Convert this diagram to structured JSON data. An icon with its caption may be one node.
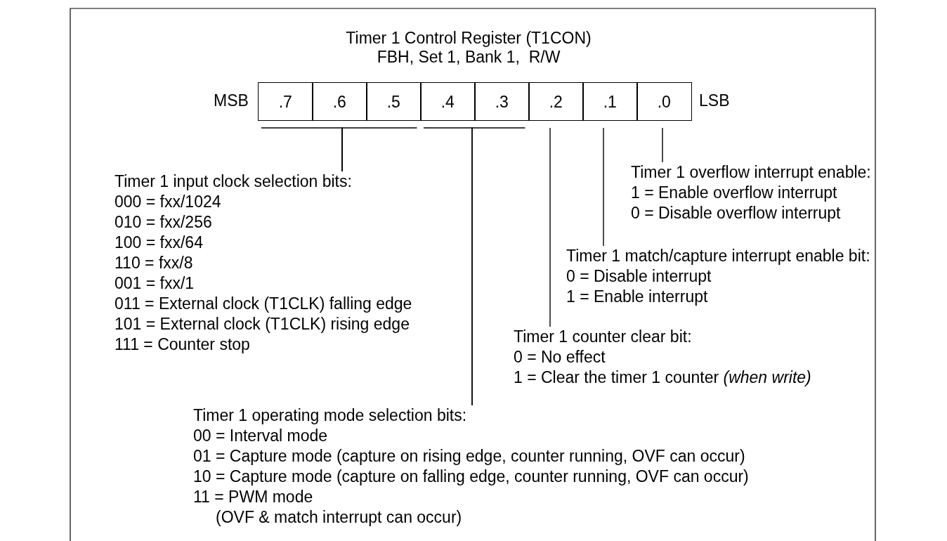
{
  "diagram": {
    "title": "Timer 1 Control Register (T1CON)",
    "nodes": [
      {
        "text": [
          ".7"
        ],
        "beside": [
          "MSB"
        ]
      },
      {
        "text": [
          ".6"
        ]
      },
      {
        "text": [
          ".5"
        ]
      },
      {
        "text": [
          ".4"
        ]
      },
      {
        "text": [
          ".3"
        ]
      },
      {
        "text": [
          ".2"
        ]
      },
      {
        "text": [
          ".1"
        ]
      },
      {
        "text": [
          ".0"
        ],
        "beside": [
          "LSB"
        ]
      },
      {
        "text": [
          "Timer 1 overflow interrupt enable:",
          "1 = Enable overflow interrupt",
          "0 = Disable overflow interrupt"
        ]
      },
      {
        "text": [
          "Timer 1 input clock selection bits:",
          "000 = fxx/1024",
          "010 = fxx/256",
          "100 = fxx/64",
          "110 = fxx/8",
          "001 = fxx/1",
          "011 = External clock (T1CLK) falling edge",
          "101 = External clock (T1CLK) rising edge",
          "111 = Counter stop"
        ]
      },
      {
        "text": [
          "Timer 1 match/capture interrupt enable bit:",
          "0 = Disable interrupt",
          "1 = Enable interrupt"
        ]
      },
      {
        "text": [
          "Timer 1 counter clear bit:",
          "0 = No effect",
          "1 = Clear the timer 1 counter *(when write)*"
        ]
      },
      {
        "text": [
          "Timer 1 operating mode selection bits:",
          "00 = Interval mode",
          "01 = Capture mode (capture on rising edge, counter running, OVF can occur)",
          "10 = Capture mode (capture on falling edge, counter running, OVF can occur)",
          "11 = PWM mode",
          "(OVF & match interrupt can occur)"
        ]
      }
    ],
    "edges": [
      {
        "from": 9,
        "to": 0,
        "arrow": "none"
      },
      {
        "from": 9,
        "to": 1,
        "arrow": "none"
      },
      {
        "from": 9,
        "to": 2,
        "arrow": "none"
      },
      {
        "from": 12,
        "to": 3,
        "arrow": "none"
      },
      {
        "from": 12,
        "to": 4,
        "arrow": "none"
      },
      {
        "from": 11,
        "to": 5,
        "arrow": "none"
      },
      {
        "from": 10,
        "to": 6,
        "arrow": "none"
      },
      {
        "from": 8,
        "to": 7,
        "arrow": "none"
      }
    ],
    "labels": [
      "FBH, Set 1, Bank 1,  R/W"
    ]
  }
}
